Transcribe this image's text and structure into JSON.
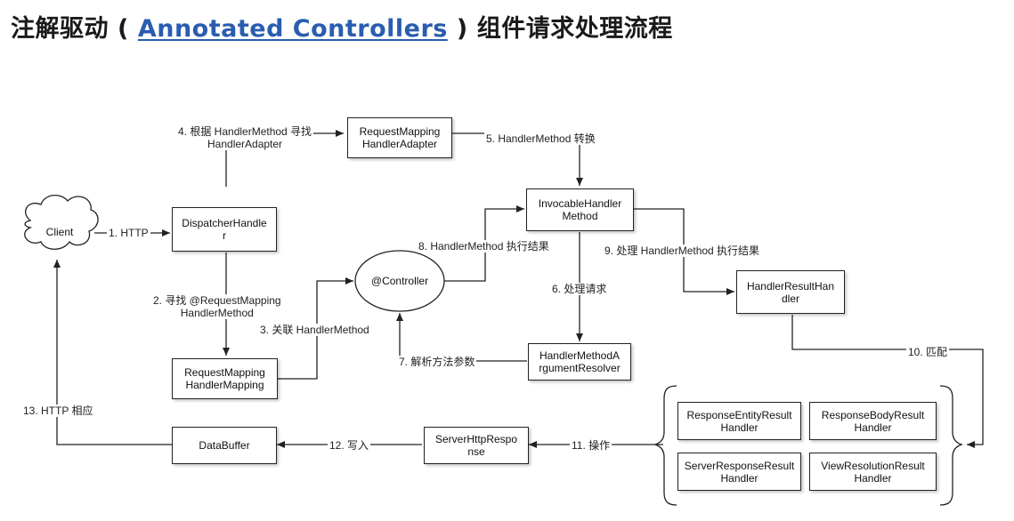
{
  "title": {
    "prefix": "注解驱动",
    "open_paren": "(",
    "link_text": "Annotated Controllers",
    "close_paren": ")",
    "suffix": "组件请求处理流程"
  },
  "nodes": {
    "client": "Client",
    "dispatcher": "DispatcherHandle\nr",
    "rm_adapter": "RequestMapping\nHandlerAdapter",
    "invocable": "InvocableHandler\nMethod",
    "controller": "@Controller",
    "rm_mapping": "RequestMapping\nHandlerMapping",
    "arg_resolver": "HandlerMethodA\nrgumentResolver",
    "result_handler": "HandlerResultHan\ndler",
    "response_entity": "ResponseEntityResult\nHandler",
    "response_body": "ResponseBodyResult\nHandler",
    "server_response": "ServerResponseResult\nHandler",
    "view_resolution": "ViewResolutionResult\nHandler",
    "server_http_response": "ServerHttpRespo\nnse",
    "databuffer": "DataBuffer"
  },
  "steps": {
    "s1": "1. HTTP",
    "s2": "2. 寻找 @RequestMapping\nHandlerMethod",
    "s3": "3. 关联 HandlerMethod",
    "s4": "4. 根据 HandlerMethod 寻找\nHandlerAdapter",
    "s5": "5. HandlerMethod 转换",
    "s6": "6. 处理请求",
    "s7": "7. 解析方法参数",
    "s8": "8. HandlerMethod 执行结果",
    "s9": "9. 处理 HandlerMethod 执行结果",
    "s10": "10. 匹配",
    "s11": "11. 操作",
    "s12": "12. 写入",
    "s13": "13. HTTP 相应"
  },
  "colors": {
    "link": "#2a5db0",
    "line": "#222222"
  }
}
